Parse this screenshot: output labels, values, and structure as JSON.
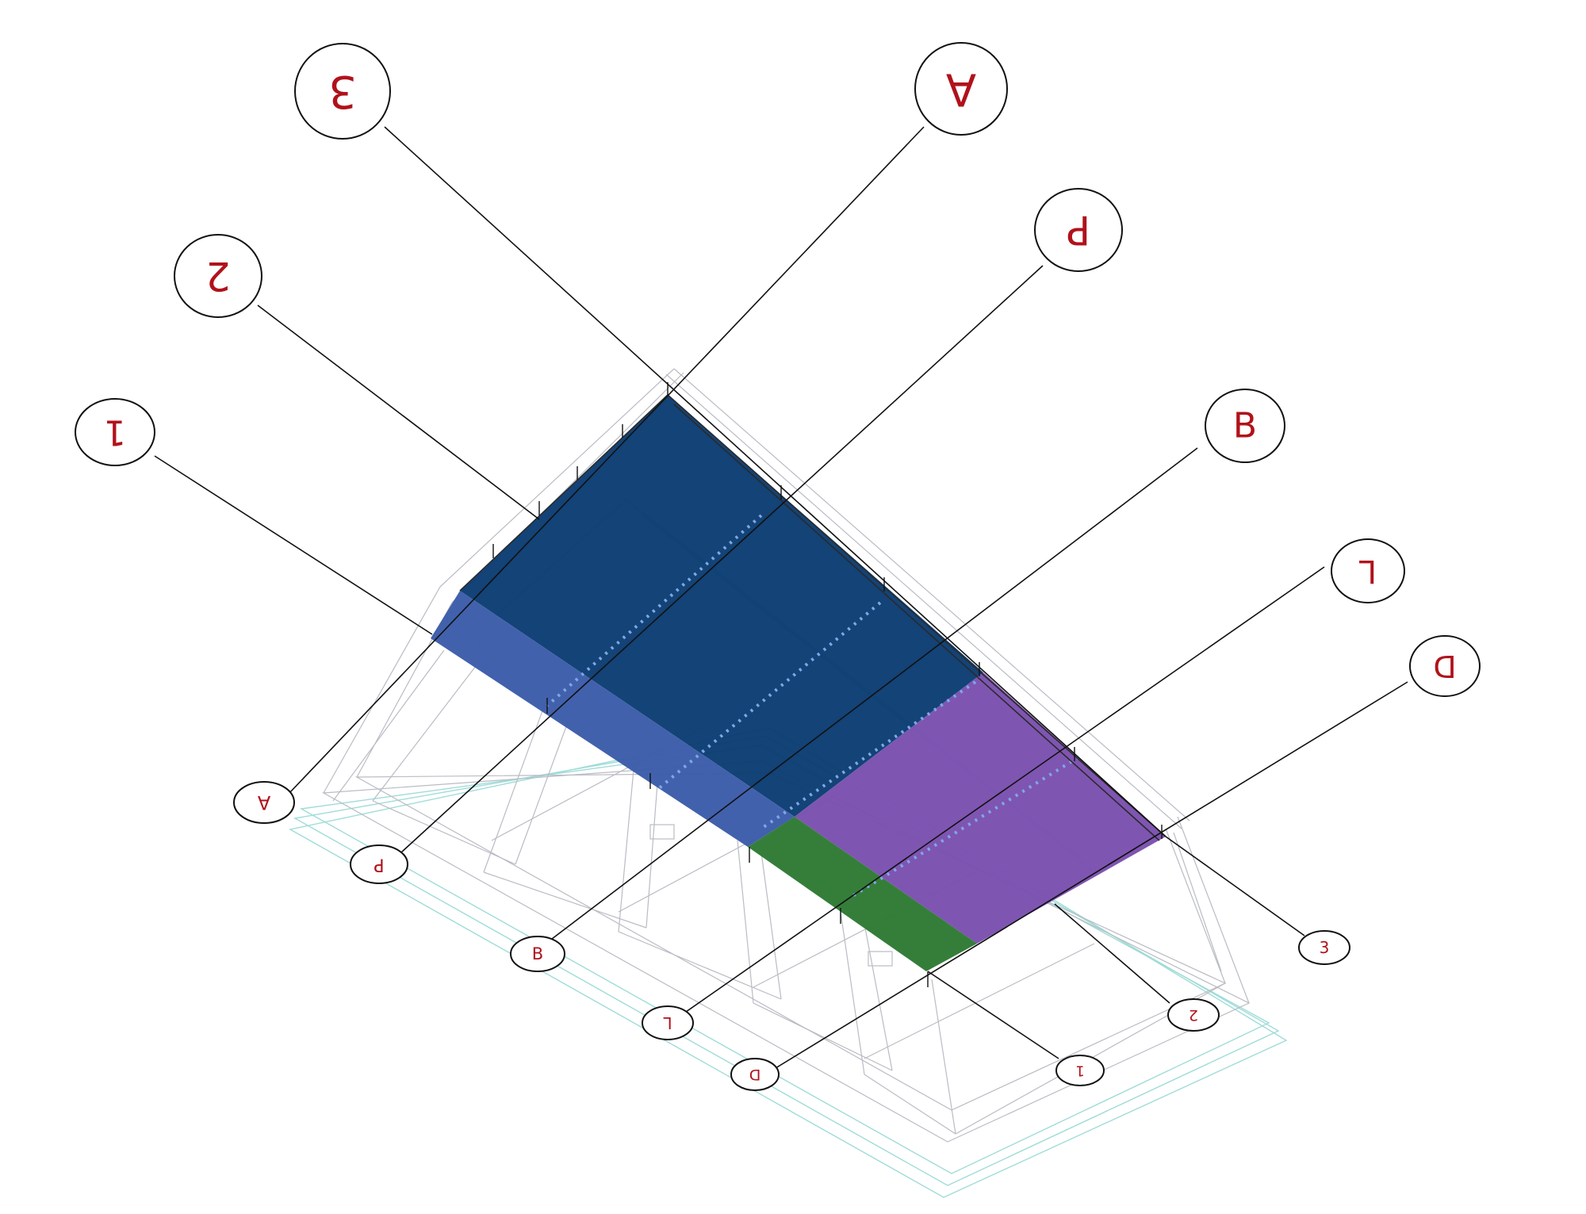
{
  "colors": {
    "zone_dark_blue": "#0b3d73",
    "zone_blue": "#3c5caa",
    "zone_purple": "#7b4fb0",
    "zone_green": "#2e7a34",
    "label_red": "#b0121b",
    "frame_gray": "#b9bcc4",
    "frame_cyan": "#9fdcd8"
  },
  "grid_bubbles": {
    "top": [
      {
        "label": "1"
      },
      {
        "label": "2"
      },
      {
        "label": "3"
      },
      {
        "label": "A"
      },
      {
        "label": "P"
      },
      {
        "label": "B"
      },
      {
        "label": "L"
      },
      {
        "label": "D"
      }
    ],
    "bottom": [
      {
        "label": "A"
      },
      {
        "label": "P"
      },
      {
        "label": "B"
      },
      {
        "label": "L"
      },
      {
        "label": "D"
      },
      {
        "label": "1"
      },
      {
        "label": "2"
      },
      {
        "label": "3"
      }
    ]
  }
}
